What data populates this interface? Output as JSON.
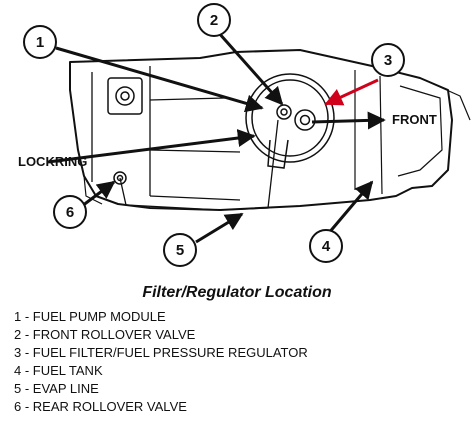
{
  "diagram": {
    "callouts": [
      "1",
      "2",
      "3",
      "4",
      "5",
      "6"
    ],
    "labels": {
      "front": "FRONT",
      "lockring": "LOCKRING"
    }
  },
  "caption": "Filter/Regulator Location",
  "legend": [
    "1 - FUEL PUMP MODULE",
    "2 - FRONT ROLLOVER VALVE",
    "3 - FUEL FILTER/FUEL PRESSURE REGULATOR",
    "4 - FUEL TANK",
    "5 - EVAP LINE",
    "6 - REAR ROLLOVER VALVE"
  ],
  "colors": {
    "line": "#111111",
    "accent_arrow": "#d0021b"
  }
}
